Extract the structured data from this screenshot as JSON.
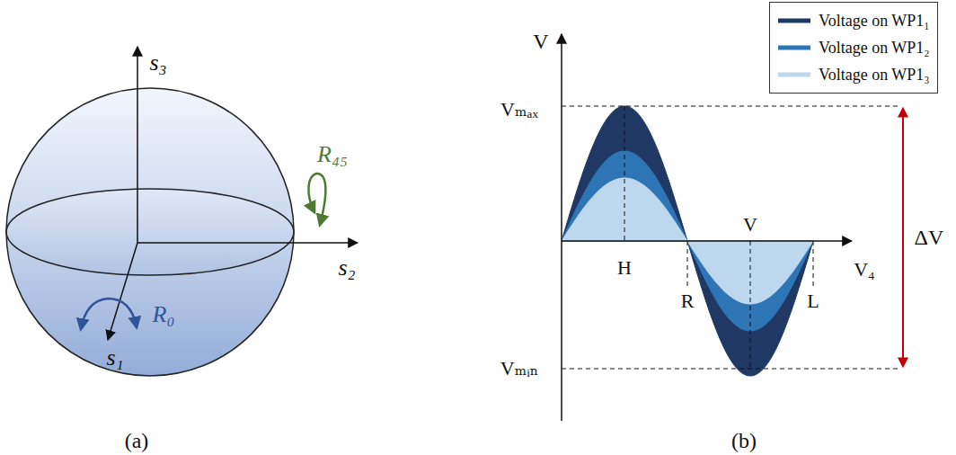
{
  "diagram": {
    "labels": [
      "s₃",
      "s₂",
      "s₁",
      "R₄₅",
      "R₀",
      "(a)",
      "V",
      "Vₘₐₓ",
      "Vₘᵢₙ",
      "H",
      "R",
      "V",
      "L",
      "V₄",
      "ΔV",
      "(b)"
    ],
    "legend": [
      {
        "text": "Voltage on WP1₁"
      },
      {
        "text": "Voltage on WP1₂"
      },
      {
        "text": "Voltage on WP1₃"
      }
    ]
  }
}
